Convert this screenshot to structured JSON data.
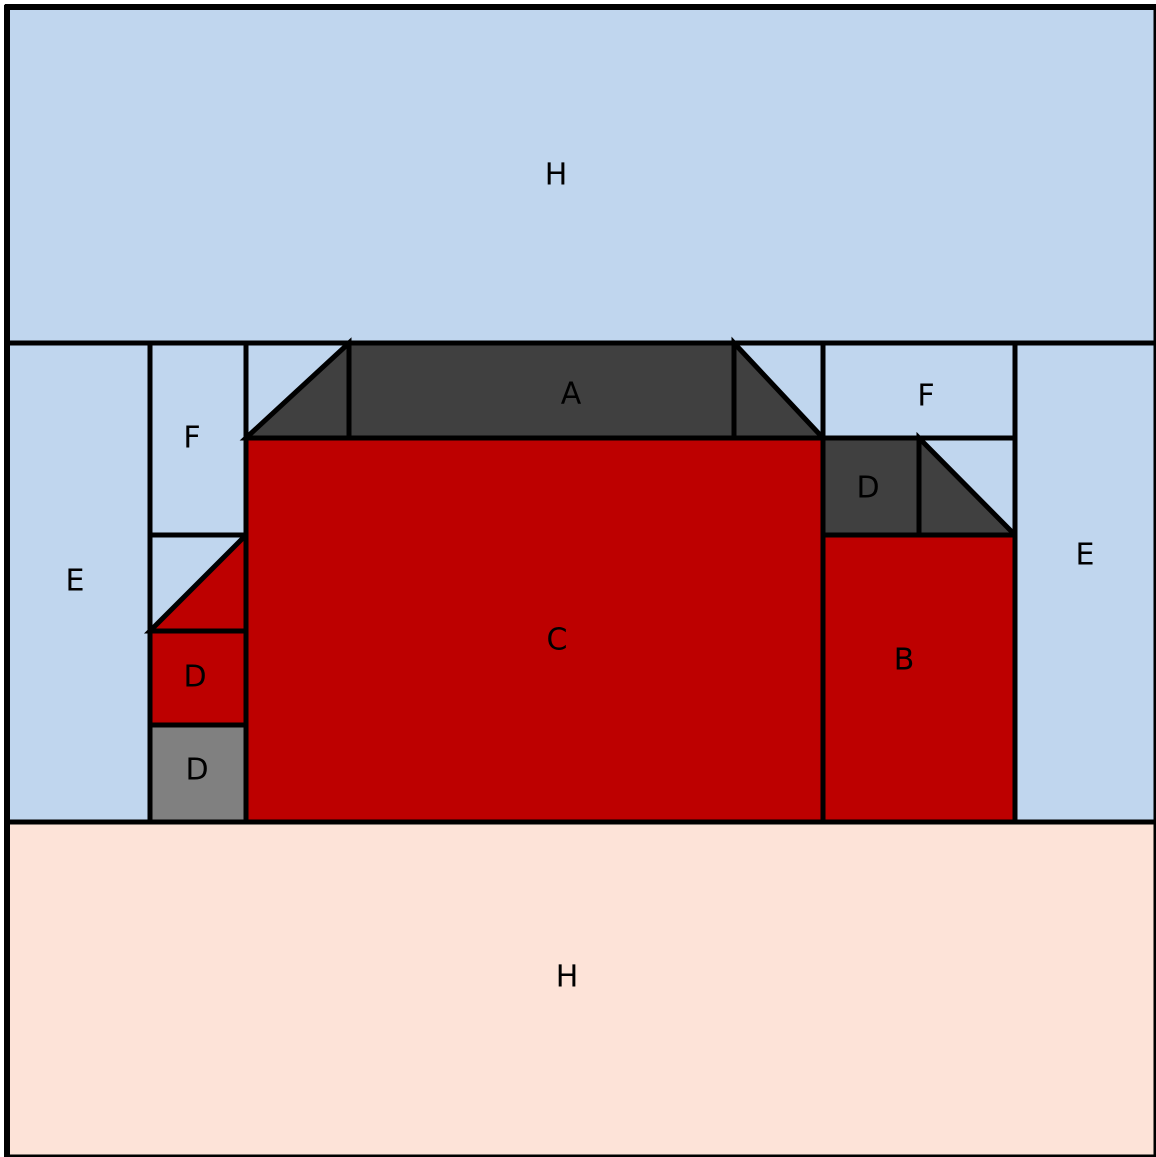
{
  "colors": {
    "sky": "#c0d6ee",
    "ground": "#fde3d8",
    "red": "#bd0000",
    "dark_gray": "#404040",
    "gray": "#808080",
    "outline": "#000000"
  },
  "labels": {
    "top_h": "H",
    "bottom_h": "H",
    "a": "A",
    "b": "B",
    "c": "C",
    "d_right": "D",
    "d_left_red": "D",
    "d_left_gray": "D",
    "e_left": "E",
    "e_right": "E",
    "f_left": "F",
    "f_right": "F"
  }
}
